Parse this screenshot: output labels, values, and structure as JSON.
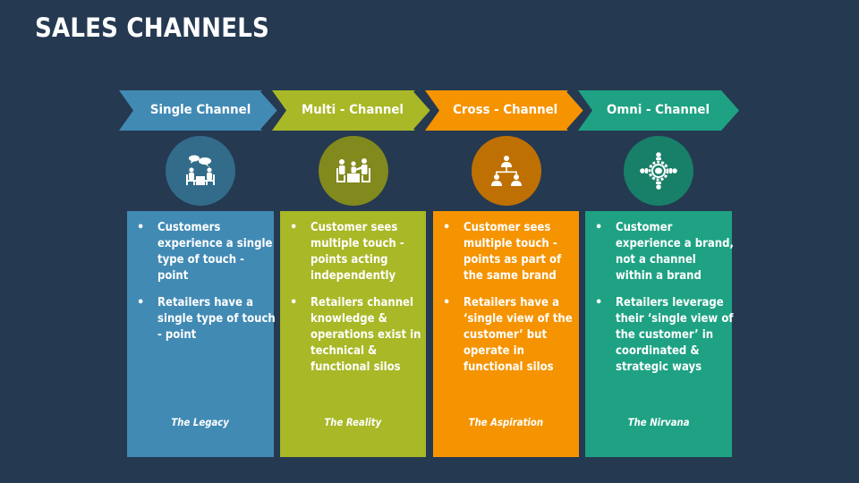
{
  "title": "SALES CHANNELS",
  "colors": {
    "background": "#253951",
    "single": "#418ab4",
    "multi": "#a8b826",
    "cross": "#f59300",
    "omni": "#1ea283",
    "single_circle": "#326c8a",
    "multi_circle": "#82891d",
    "cross_circle": "#be7003",
    "omni_circle": "#187f68"
  },
  "stages": [
    {
      "label": "Single Channel",
      "icon": "meeting-conversation-icon",
      "bullets": [
        "Customers experience a single type of touch - point",
        "Retailers have a single type of touch - point"
      ],
      "tagline": "The Legacy"
    },
    {
      "label": "Multi - Channel",
      "icon": "group-meeting-icon",
      "bullets": [
        "Customer sees multiple touch - points acting independently",
        "Retailers channel knowledge & operations exist in technical & functional silos"
      ],
      "tagline": "The Reality"
    },
    {
      "label": "Cross - Channel",
      "icon": "org-hierarchy-icon",
      "bullets": [
        "Customer sees multiple touch - points as part of the same brand",
        "Retailers have a ‘single view of the customer’ but operate in functional silos"
      ],
      "tagline": "The Aspiration"
    },
    {
      "label": "Omni - Channel",
      "icon": "gear-network-icon",
      "bullets": [
        "Customer experience a brand, not a channel within a brand",
        "Retailers leverage their ‘single view of the customer’ in coordinated & strategic ways"
      ],
      "tagline": "The Nirvana"
    }
  ],
  "bullet_glyph": "•"
}
